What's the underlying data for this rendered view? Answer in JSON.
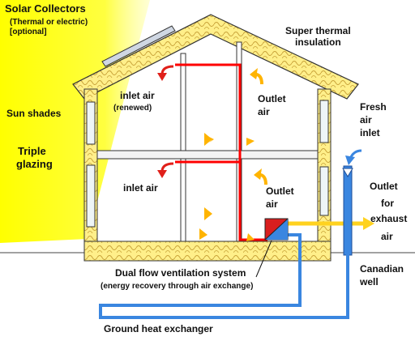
{
  "labels": {
    "solar_title": "Solar Collectors",
    "solar_sub1": "(Thermal or electric)",
    "solar_sub2": "[optional]",
    "super_insulation_1": "Super thermal",
    "super_insulation_2": "insulation",
    "sun_shades": "Sun shades",
    "triple_1": "Triple",
    "triple_2": "glazing",
    "inlet_air_upper": "inlet air",
    "inlet_air_upper_sub": "(renewed)",
    "outlet_air_upper_1": "Outlet",
    "outlet_air_upper_2": "air",
    "fresh_1": "Fresh",
    "fresh_2": "air",
    "fresh_3": "inlet",
    "inlet_air_lower": "inlet air",
    "outlet_air_lower_1": "Outlet",
    "outlet_air_lower_2": "air",
    "exhaust_1": "Outlet",
    "exhaust_2": "for",
    "exhaust_3": "exhaust",
    "exhaust_4": "air",
    "canadian_1": "Canadian",
    "canadian_2": "well",
    "dual_flow": "Dual flow ventilation system",
    "dual_flow_sub": "(energy recovery through air exchange)",
    "ground_heat": "Ground heat exchanger"
  },
  "colors": {
    "sunlight": "#ffff00",
    "insulation": "#ffef8a",
    "wall_outline": "#333333",
    "warm_duct": "#ff0000",
    "cold_duct": "#3a86e0",
    "exhaust_duct": "#ffd21f",
    "flow_arrow": "#ffb400",
    "exchanger": "#d91e1e"
  }
}
